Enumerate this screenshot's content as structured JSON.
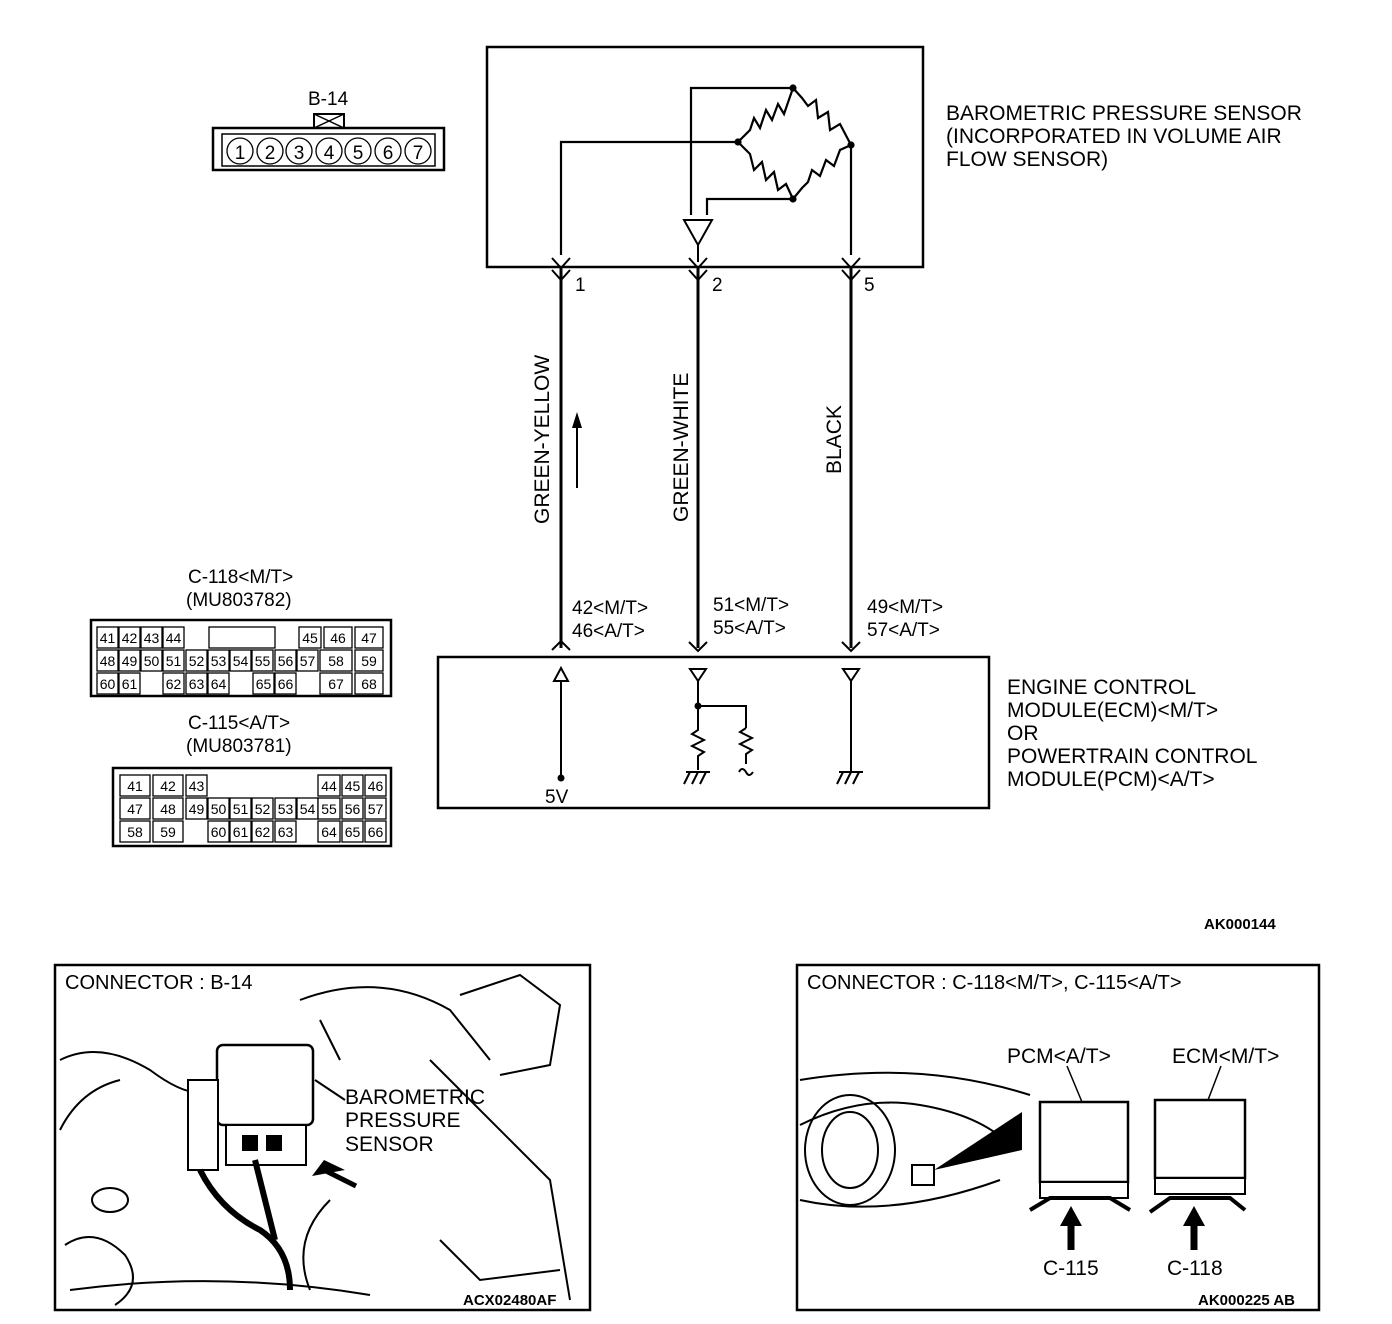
{
  "top_connector": {
    "label": "B-14",
    "pins": [
      "1",
      "2",
      "3",
      "4",
      "5",
      "6",
      "7"
    ]
  },
  "sensor": {
    "title_lines": [
      "BAROMETRIC PRESSURE SENSOR",
      "(INCORPORATED IN VOLUME AIR",
      "FLOW SENSOR)"
    ],
    "terminals": [
      "1",
      "2",
      "5"
    ]
  },
  "wires": [
    {
      "color_label": "GREEN-YELLOW",
      "ecm_pins": [
        "42<M/T>",
        "46<A/T>"
      ]
    },
    {
      "color_label": "GREEN-WHITE",
      "ecm_pins": [
        "51<M/T>",
        "55<A/T>"
      ]
    },
    {
      "color_label": "BLACK",
      "ecm_pins": [
        "49<M/T>",
        "57<A/T>"
      ]
    }
  ],
  "ecm": {
    "title_lines": [
      "ENGINE CONTROL",
      "MODULE(ECM)<M/T>",
      "OR",
      "POWERTRAIN CONTROL",
      "MODULE(PCM)<A/T>"
    ],
    "supply_label": "5V"
  },
  "connector_c118": {
    "label": "C-118<M/T>",
    "part": "(MU803782)",
    "rows": [
      [
        "41",
        "42",
        "43",
        "44",
        "",
        "45",
        "46",
        "47"
      ],
      [
        "48",
        "49",
        "50",
        "51",
        "52",
        "53",
        "54",
        "55",
        "56",
        "57",
        "58",
        "59"
      ],
      [
        "60",
        "61",
        "62",
        "63",
        "64",
        "65",
        "66",
        "67",
        "68"
      ]
    ]
  },
  "connector_c115": {
    "label": "C-115<A/T>",
    "part": "(MU803781)",
    "rows": [
      [
        "41",
        "42",
        "43",
        "44",
        "45",
        "46"
      ],
      [
        "47",
        "48",
        "49",
        "50",
        "51",
        "52",
        "53",
        "54",
        "55",
        "56",
        "57"
      ],
      [
        "58",
        "59",
        "60",
        "61",
        "62",
        "63",
        "64",
        "65",
        "66"
      ]
    ]
  },
  "diagram_code": "AK000144",
  "panel_left": {
    "title": "CONNECTOR : B-14",
    "callout_lines": [
      "BAROMETRIC",
      "PRESSURE",
      "SENSOR"
    ],
    "code": "ACX02480AF"
  },
  "panel_right": {
    "title": "CONNECTOR : C-118<M/T>, C-115<A/T>",
    "pcm_label": "PCM<A/T>",
    "ecm_label": "ECM<M/T>",
    "c115_label": "C-115",
    "c118_label": "C-118",
    "code": "AK000225 AB"
  }
}
